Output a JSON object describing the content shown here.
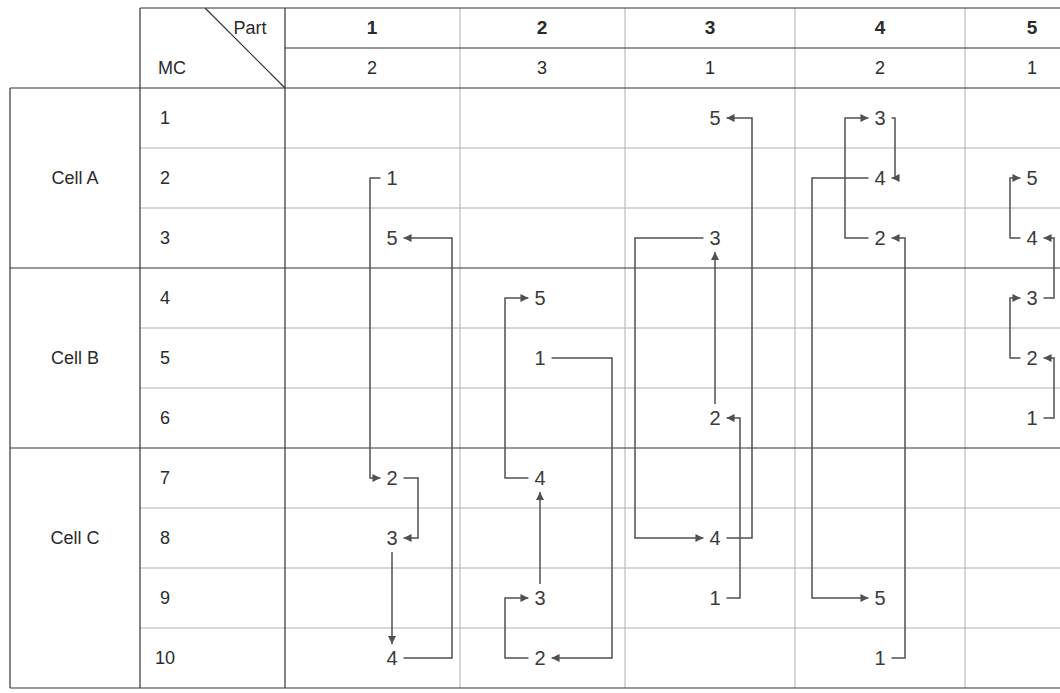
{
  "diagram": {
    "nodes": [
      {
        "text": [
          "5"
        ]
      },
      {
        "text": [
          "3"
        ]
      },
      {
        "text": [
          "1"
        ]
      },
      {
        "text": [
          "4"
        ]
      },
      {
        "text": [
          "5"
        ]
      },
      {
        "text": [
          "5"
        ]
      },
      {
        "text": [
          "3"
        ]
      },
      {
        "text": [
          "2"
        ]
      },
      {
        "text": [
          "4"
        ]
      },
      {
        "text": [
          "5"
        ]
      },
      {
        "text": [
          "3"
        ]
      },
      {
        "text": [
          "1"
        ]
      },
      {
        "text": [
          "2"
        ]
      },
      {
        "text": [
          "2"
        ]
      },
      {
        "text": [
          "1"
        ]
      },
      {
        "text": [
          "2"
        ]
      },
      {
        "text": [
          "4"
        ]
      },
      {
        "text": [
          "3"
        ]
      },
      {
        "text": [
          "4"
        ]
      },
      {
        "text": [
          "3"
        ]
      },
      {
        "text": [
          "1"
        ]
      },
      {
        "text": [
          "5"
        ]
      },
      {
        "text": [
          "4"
        ]
      },
      {
        "text": [
          "2"
        ]
      },
      {
        "text": [
          "1"
        ]
      }
    ],
    "edges": [
      {
        "from": 2,
        "to": 15,
        "arrow": "to"
      },
      {
        "from": 15,
        "to": 17,
        "arrow": "to"
      },
      {
        "from": 17,
        "to": 22,
        "arrow": "to"
      },
      {
        "from": 22,
        "to": 5,
        "arrow": "to"
      },
      {
        "from": 11,
        "to": 23,
        "arrow": "to"
      },
      {
        "from": 23,
        "to": 19,
        "arrow": "to"
      },
      {
        "from": 19,
        "to": 16,
        "arrow": "to"
      },
      {
        "from": 16,
        "to": 9,
        "arrow": "to"
      },
      {
        "from": 20,
        "to": 13,
        "arrow": "to"
      },
      {
        "from": 13,
        "to": 6,
        "arrow": "to"
      },
      {
        "from": 6,
        "to": 18,
        "arrow": "to"
      },
      {
        "from": 18,
        "to": 0,
        "arrow": "to"
      },
      {
        "from": 24,
        "to": 7,
        "arrow": "to"
      },
      {
        "from": 7,
        "to": 1,
        "arrow": "to"
      },
      {
        "from": 1,
        "to": 3,
        "arrow": "to"
      },
      {
        "from": 3,
        "to": 21,
        "arrow": "to"
      },
      {
        "from": 14,
        "to": 12,
        "arrow": "to"
      },
      {
        "from": 12,
        "to": 10,
        "arrow": "to"
      },
      {
        "from": 10,
        "to": 8,
        "arrow": "to"
      },
      {
        "from": 8,
        "to": 4,
        "arrow": "to"
      }
    ],
    "labels": [
      "Part",
      "1",
      "2",
      "3",
      "4",
      "5",
      "MC",
      "2",
      "3",
      "1",
      "2",
      "1",
      "1",
      "Cell A",
      "2",
      "3",
      "Cell B",
      "4",
      "5",
      "6",
      "Cell C",
      "7",
      "8",
      "9",
      "10"
    ]
  }
}
